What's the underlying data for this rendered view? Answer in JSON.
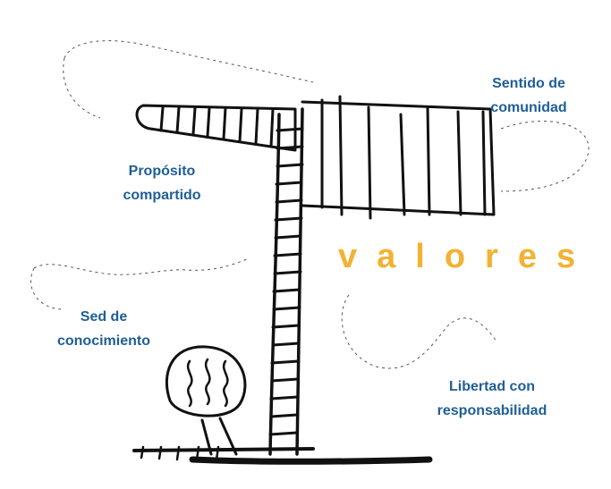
{
  "title": "valores",
  "labels": {
    "sentido": [
      "Sentido de",
      "comunidad"
    ],
    "proposito": [
      "Propósito",
      "compartido"
    ],
    "sed": [
      "Sed de",
      "conocimiento"
    ],
    "libertad": [
      "Libertad con",
      "responsabilidad"
    ]
  },
  "colors": {
    "accent": "#f2b233",
    "label": "#1f5e96",
    "ink": "#111111",
    "dash": "#555555"
  }
}
